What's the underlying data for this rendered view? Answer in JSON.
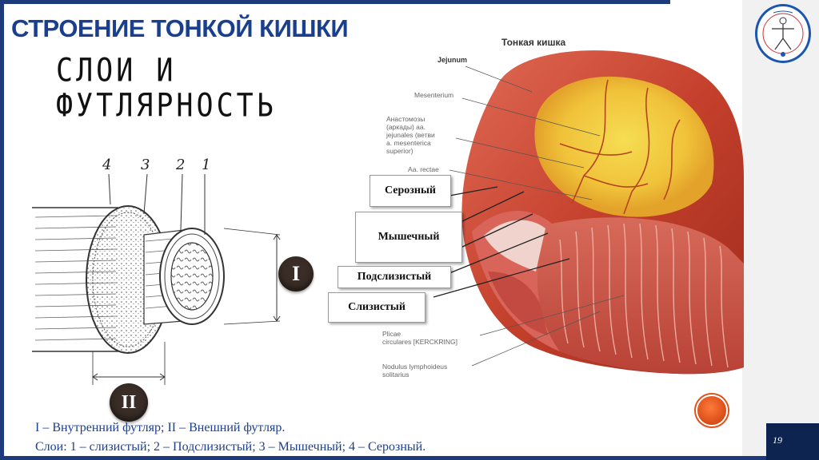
{
  "slide": {
    "title": "СТРОЕНИЕ ТОНКОЙ КИШКИ",
    "handwritten_line1": "СЛОИ И",
    "handwritten_line2": "ФУТЛЯРНОСТЬ",
    "page_number": "19",
    "accent_color": "#1b3f8f"
  },
  "scheme": {
    "layer_numbers": [
      "4",
      "3",
      "2",
      "1"
    ],
    "case_inner": "I",
    "case_outer": "II"
  },
  "captions": {
    "line1": "I – Внутренний футляр; II – Внешний футляр.",
    "line2": "Слои: 1 – слизистый; 2 – Подслизистый; 3 – Мышечный; 4 – Серозный."
  },
  "anatomy": {
    "title": "Тонкая кишка",
    "labels": {
      "jejunum": "Jejunum",
      "mesenterium": "Mesenterium",
      "anastomoses": [
        "Анастомозы",
        "(аркады) аа.",
        "jejunales (ветви",
        "a. mesenterica",
        "superior)"
      ],
      "aa_rectae": "Аа. rectae",
      "plicae": [
        "Plicae",
        "circulares [KERCKRING]"
      ],
      "nodulus": [
        "Nodulus lymphoideus",
        "solitarius"
      ]
    },
    "layer_boxes": [
      "Серозный",
      "Мышечный",
      "Подслизистый",
      "Слизистый"
    ]
  }
}
